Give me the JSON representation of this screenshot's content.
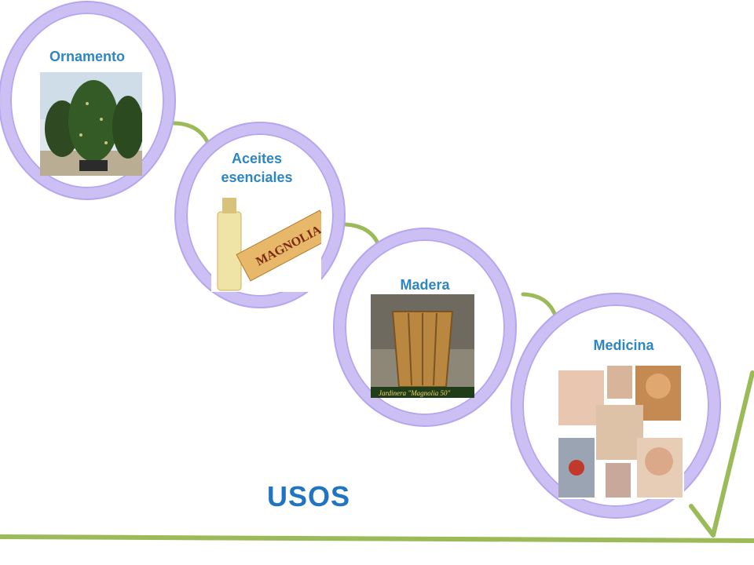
{
  "title": "USOS",
  "items": [
    {
      "label": "Ornamento"
    },
    {
      "label": "Aceites esenciales"
    },
    {
      "label": "Madera",
      "caption": "Jardinera \"Magnolia 50\""
    },
    {
      "label": "Medicina"
    }
  ],
  "colors": {
    "ring": "#cbbff4",
    "ring_edge": "#b5a6ee",
    "label": "#2e86c1",
    "title": "#1f74c4",
    "connector": "#9bbb59"
  },
  "product_text": {
    "incense": "MAGNOLIA"
  }
}
